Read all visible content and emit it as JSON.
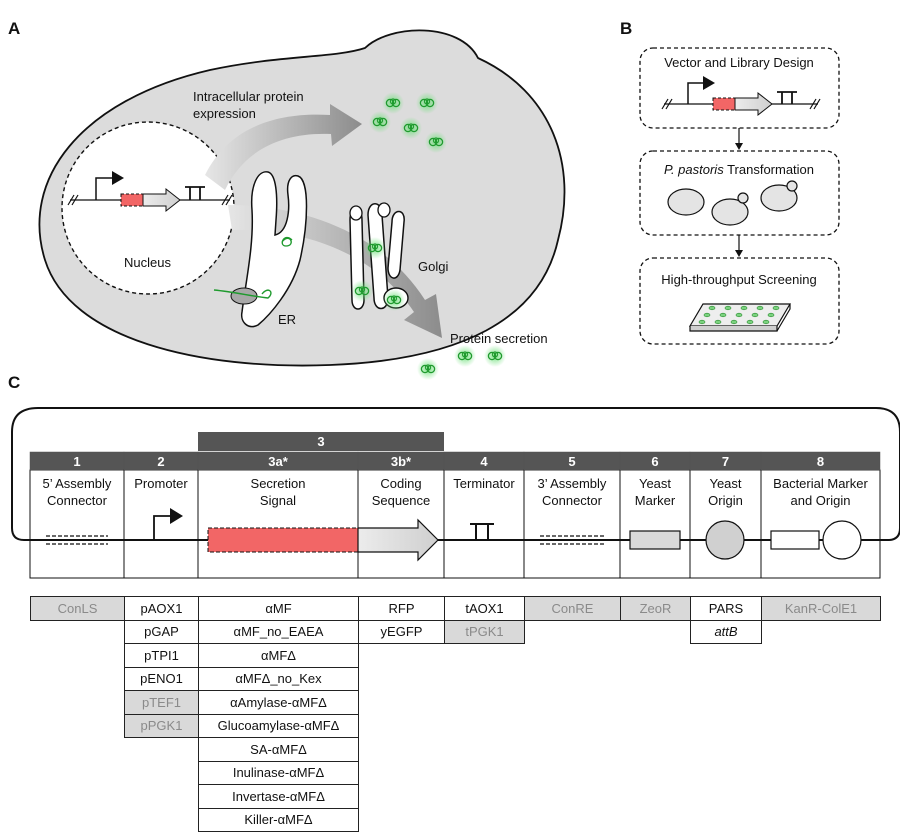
{
  "panel_labels": {
    "a": "A",
    "b": "B",
    "c": "C"
  },
  "panel_a": {
    "nucleus": "Nucleus",
    "intracellular_line1": "Intracellular protein",
    "intracellular_line2": "expression",
    "er": "ER",
    "golgi": "Golgi",
    "secretion": "Protein secretion"
  },
  "panel_b": {
    "step1": "Vector and Library Design",
    "step2_italic": "P. pastoris",
    "step2_rest": " Transformation",
    "step3": "High-throughput Screening"
  },
  "panel_c": {
    "group3": "3",
    "parts": [
      {
        "num": "1",
        "line1": "5’ Assembly",
        "line2": "Connector"
      },
      {
        "num": "2",
        "line1": "Promoter",
        "line2": ""
      },
      {
        "num": "3a*",
        "line1": "Secretion",
        "line2": "Signal"
      },
      {
        "num": "3b*",
        "line1": "Coding",
        "line2": "Sequence"
      },
      {
        "num": "4",
        "line1": "Terminator",
        "line2": ""
      },
      {
        "num": "5",
        "line1": "3’ Assembly",
        "line2": "Connector"
      },
      {
        "num": "6",
        "line1": "Yeast",
        "line2": "Marker"
      },
      {
        "num": "7",
        "line1": "Yeast",
        "line2": "Origin"
      },
      {
        "num": "8",
        "line1": "Bacterial Marker",
        "line2": "and Origin"
      }
    ],
    "library": {
      "col1": [
        {
          "text": "ConLS",
          "gray": true
        }
      ],
      "col2": [
        {
          "text": "pAOX1",
          "gray": false
        },
        {
          "text": "pGAP",
          "gray": false
        },
        {
          "text": "pTPI1",
          "gray": false
        },
        {
          "text": "pENO1",
          "gray": false
        },
        {
          "text": "pTEF1",
          "gray": true
        },
        {
          "text": "pPGK1",
          "gray": true
        }
      ],
      "col3a": [
        {
          "text": "αMF",
          "gray": false
        },
        {
          "text": "αMF_no_EAEA",
          "gray": false
        },
        {
          "text": "αMFΔ",
          "gray": false
        },
        {
          "text": "αMFΔ_no_Kex",
          "gray": false
        },
        {
          "text": "αAmylase-αMFΔ",
          "gray": false
        },
        {
          "text": "Glucoamylase-αMFΔ",
          "gray": false
        },
        {
          "text": "SA-αMFΔ",
          "gray": false
        },
        {
          "text": "Inulinase-αMFΔ",
          "gray": false
        },
        {
          "text": "Invertase-αMFΔ",
          "gray": false
        },
        {
          "text": "Killer-αMFΔ",
          "gray": false
        }
      ],
      "col3b": [
        {
          "text": "RFP",
          "gray": false
        },
        {
          "text": "yEGFP",
          "gray": false
        }
      ],
      "col4": [
        {
          "text": "tAOX1",
          "gray": false
        },
        {
          "text": "tPGK1",
          "gray": true
        }
      ],
      "col5": [
        {
          "text": "ConRE",
          "gray": true
        }
      ],
      "col6": [
        {
          "text": "ZeoR",
          "gray": true
        }
      ],
      "col7": [
        {
          "text": "PARS",
          "gray": false
        },
        {
          "text": "attB",
          "gray": false,
          "italic": true
        }
      ],
      "col8": [
        {
          "text": "KanR-ColE1",
          "gray": true
        }
      ]
    }
  }
}
